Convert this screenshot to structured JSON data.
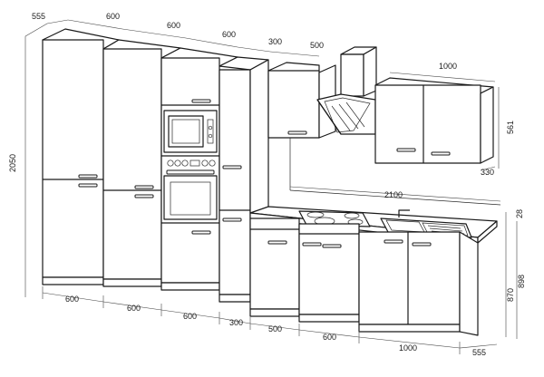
{
  "dimensions": {
    "top_555": "555",
    "top_600_a": "600",
    "top_600_b": "600",
    "top_600_c": "600",
    "top_300": "300",
    "top_500": "500",
    "wall_1000": "1000",
    "height_2050": "2050",
    "wall_561": "561",
    "wall_330": "330",
    "worktop_2100": "2100",
    "worktop_28": "28",
    "base_870": "870",
    "base_898": "898",
    "bottom_600_a": "600",
    "bottom_600_b": "600",
    "bottom_600_c": "600",
    "bottom_300": "300",
    "bottom_500": "500",
    "bottom_600_d": "600",
    "bottom_1000": "1000",
    "bottom_555": "555"
  }
}
